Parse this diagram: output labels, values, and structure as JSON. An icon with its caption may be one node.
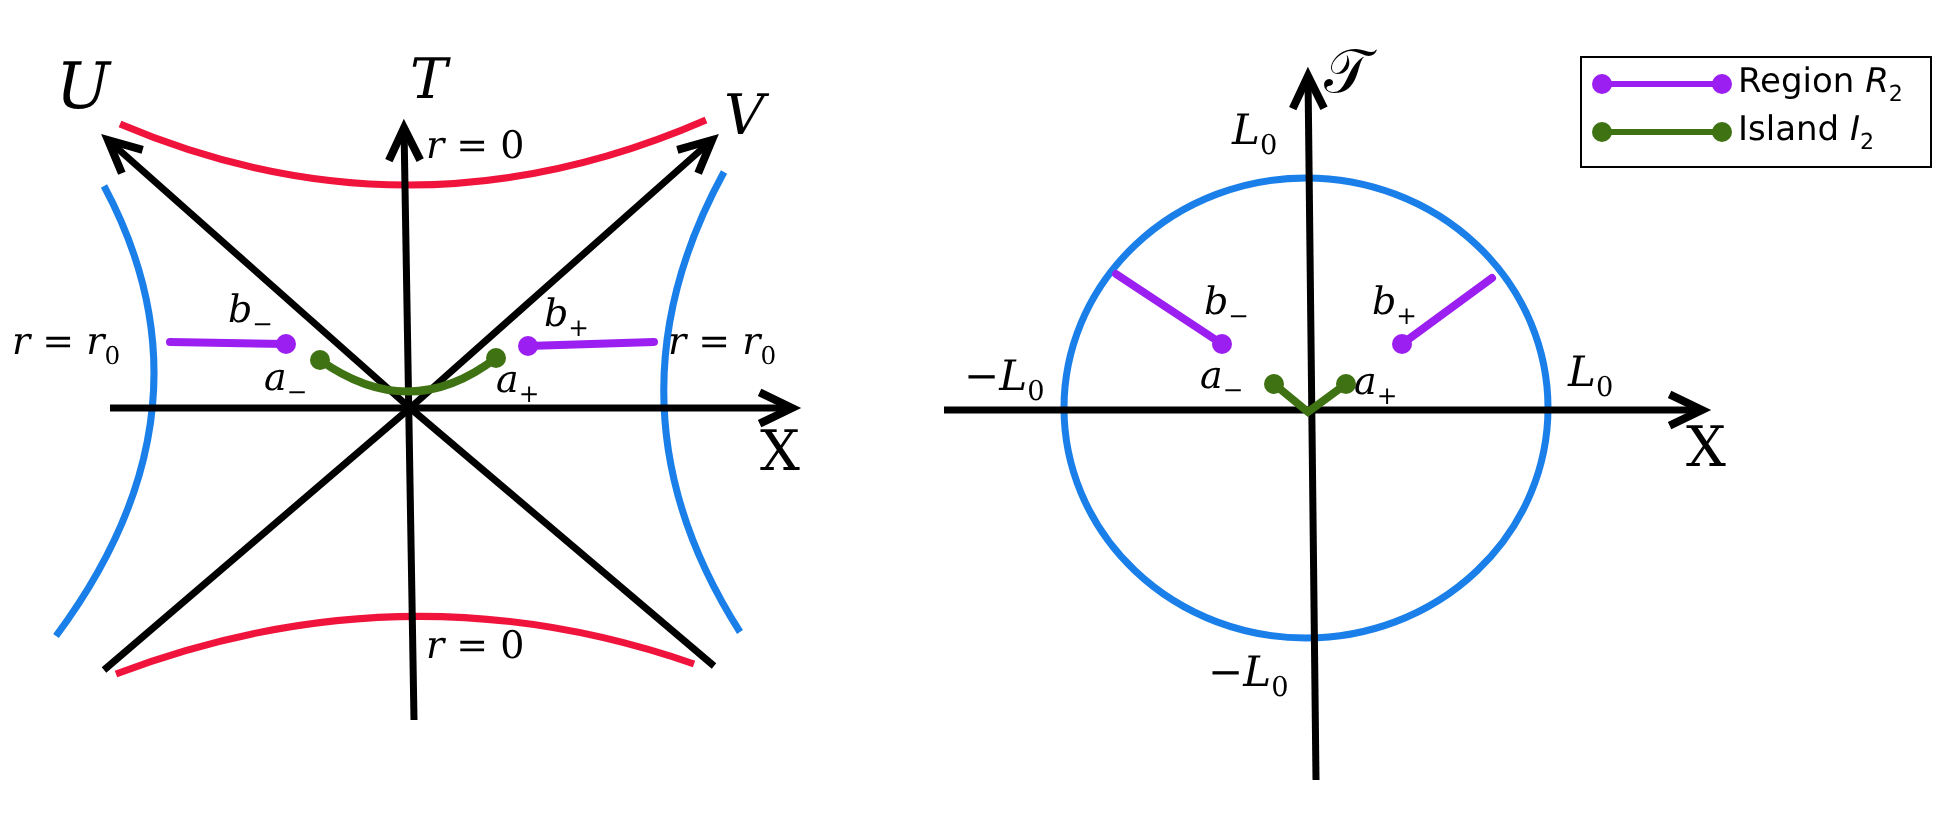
{
  "diagram": {
    "labels": [
      "U",
      "T",
      "V",
      "*r* = 0",
      "*b*$_{−}$",
      "*b*$_{+}$",
      "*r* = *r*$_{0}$",
      "*r* = *r*$_{0}$",
      "*a*$_{−}$",
      "*a*$_{+}$",
      "X",
      "*r* = 0",
      "𝒯",
      "*L*$_{0}$",
      "*b*$_{−}$",
      "*b*$_{+}$",
      "−*L*$_{0}$",
      "*a*$_{−}$",
      "*a*$_{+}$",
      "*L*$_{0}$",
      "X",
      "−*L*$_{0}$"
    ],
    "legend": [
      {
        "text": "Region *R*$_{2}$"
      },
      {
        "text": "Island *I*$_{2}$"
      }
    ]
  }
}
